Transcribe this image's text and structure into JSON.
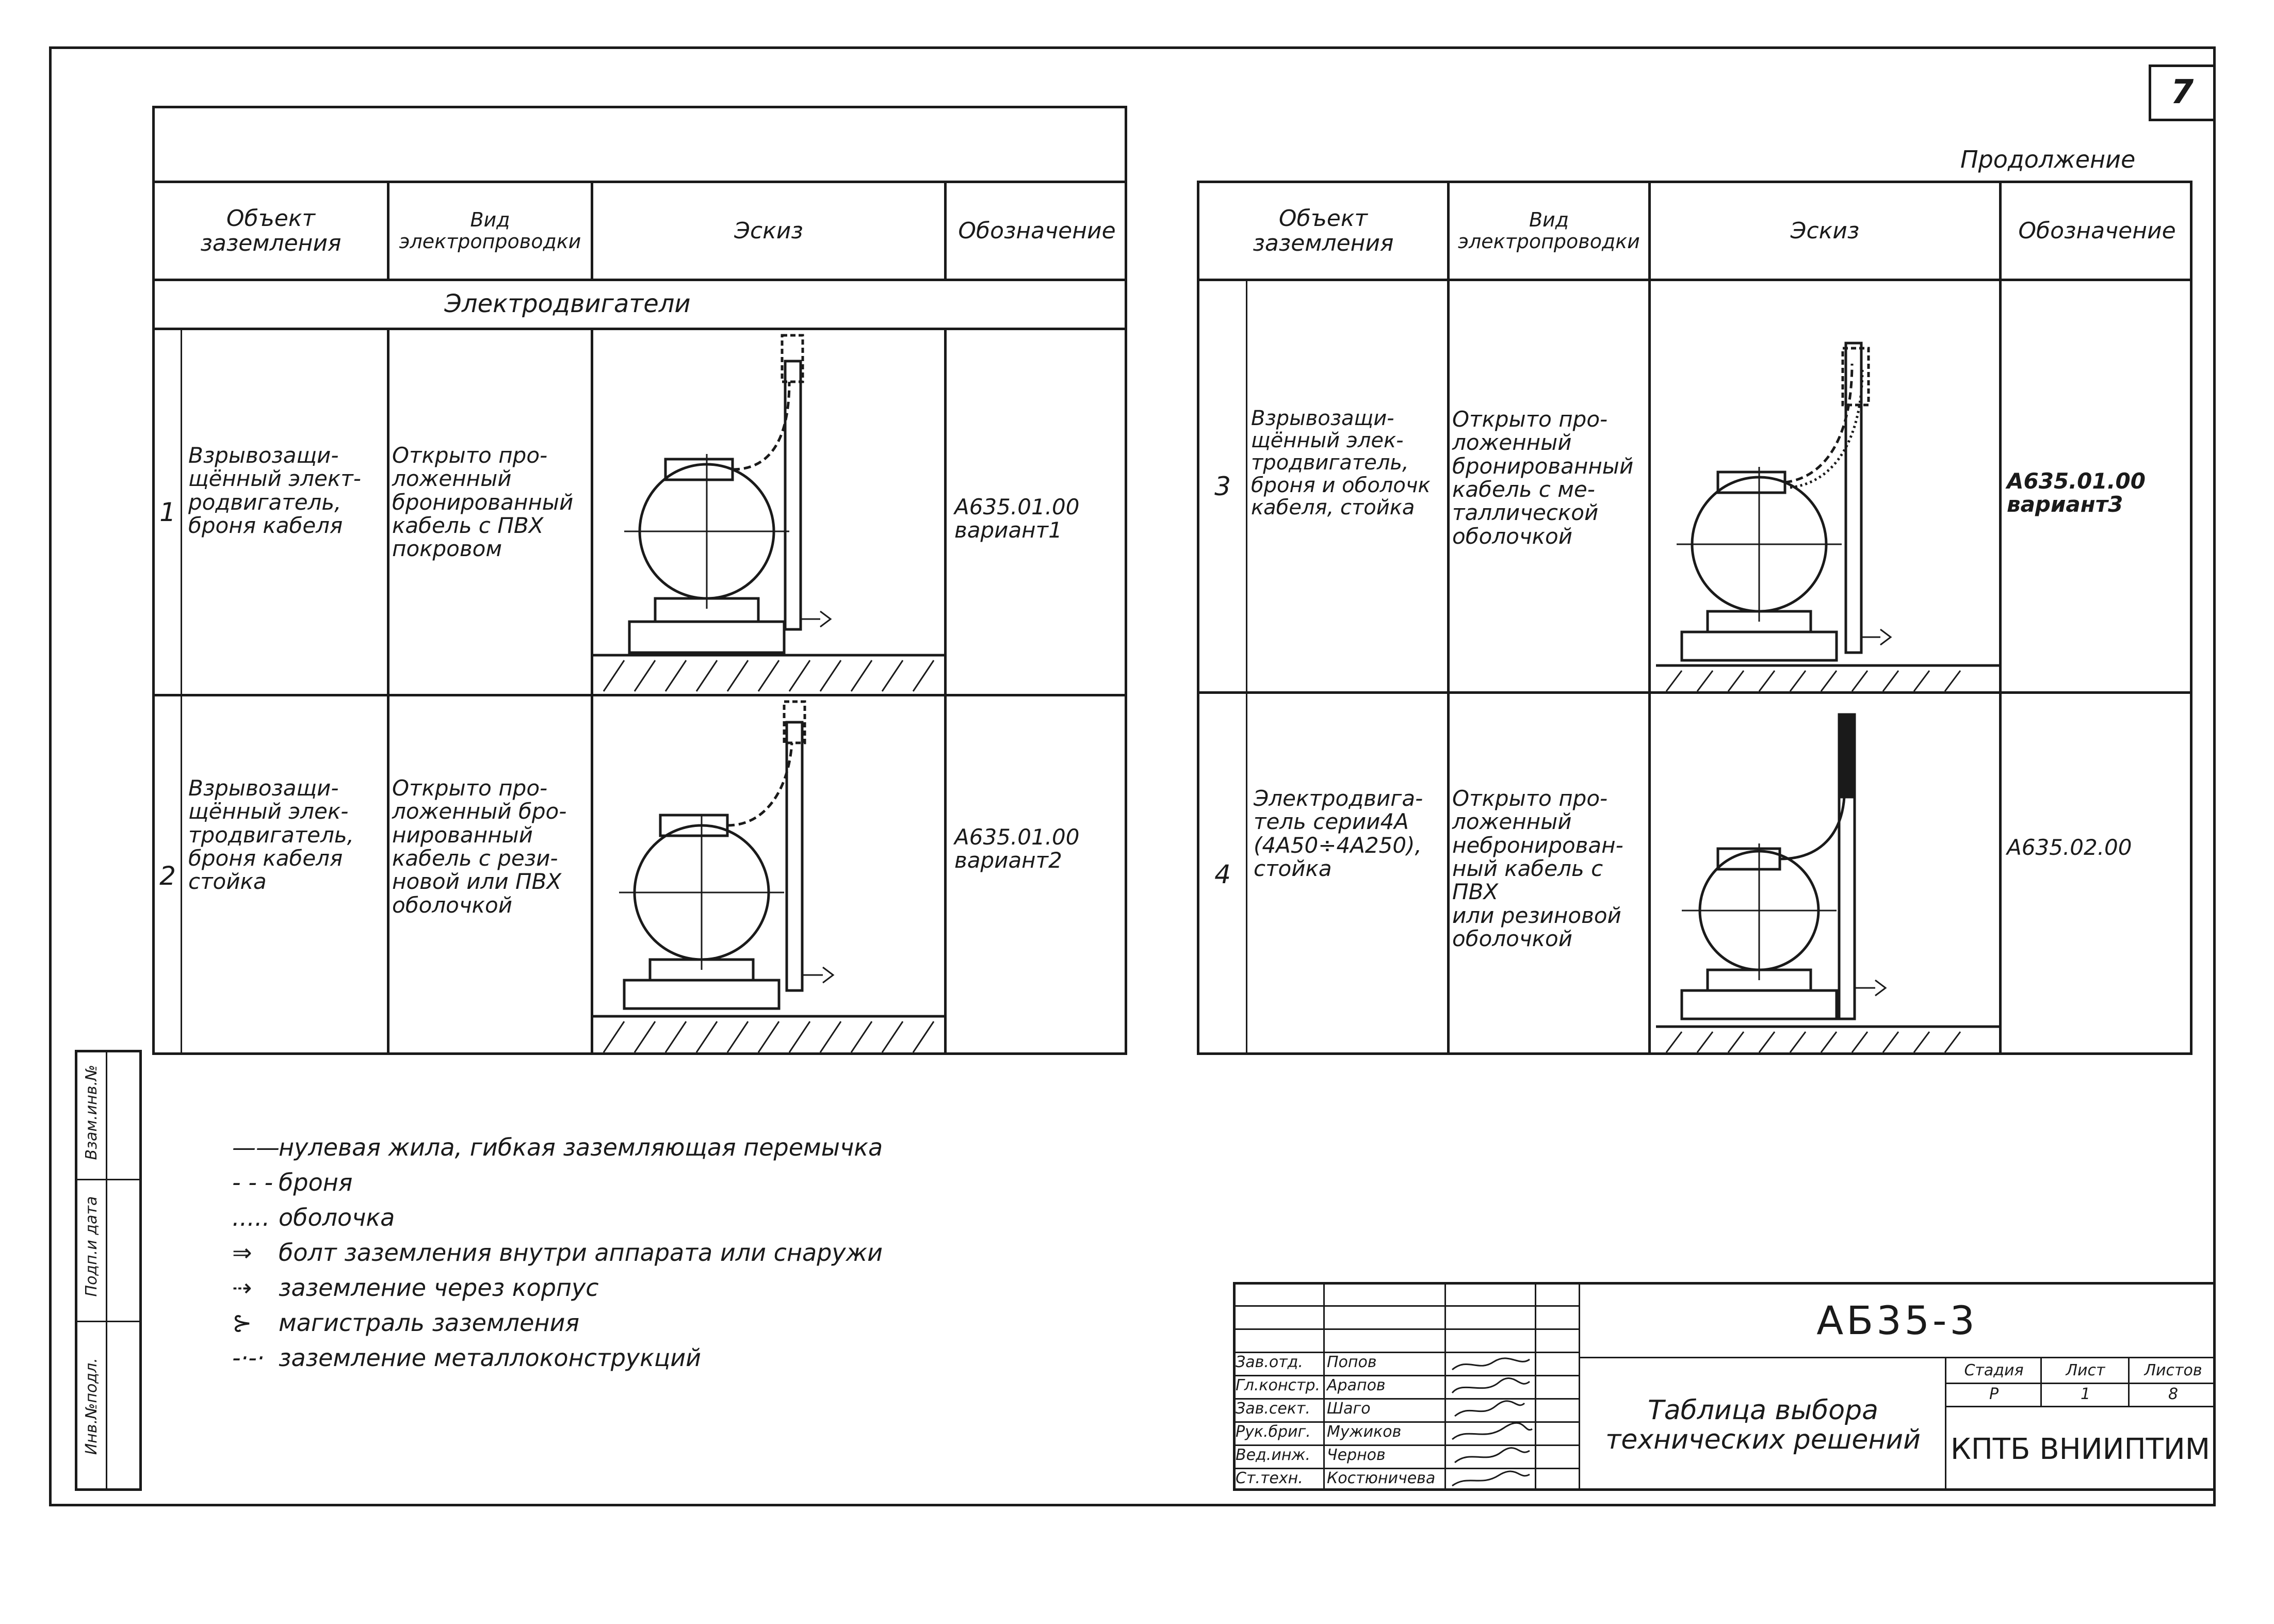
{
  "sheet_number": "7",
  "continuation": "Продолжение",
  "headers": {
    "object": "Объект\nзаземления",
    "wiring": "Вид\nэлектропроводки",
    "sketch": "Эскиз",
    "designation": "Обозначение"
  },
  "section_title": "Электродвигатели",
  "rows": [
    {
      "num": "1",
      "object": "Взрывозащи-\nщённый элект-\nродвигатель,\nброня кабеля",
      "wiring": "Открыто про-\nложенный\nбронированный\nкабель с ПВХ\nпокровом",
      "designation": "А635.01.00\nвариант1"
    },
    {
      "num": "2",
      "object": "Взрывозащи-\nщённый элек-\nтродвигатель,\nброня кабеля\nстойка",
      "wiring": "Открыто про-\nложенный бро-\nнированный\nкабель с рези-\nновой или ПВХ\nоболочкой",
      "designation": "А635.01.00\nвариант2"
    },
    {
      "num": "3",
      "object": "Взрывозащи-\nщённый элек-\nтродвигатель,\nброня и оболочк\nкабеля, стойка",
      "wiring": "Открыто про-\nложенный\nбронированный\nкабель с ме-\nталлической\nоболочкой",
      "designation": "А635.01.00\nвариант3"
    },
    {
      "num": "4",
      "object": "Электродвига-\nтель серии4А\n(4А50÷4А250),\nстойка",
      "wiring": "Открыто про-\nложенный\nнебронирован-\nный кабель с ПВХ\nили резиновой\nоболочкой",
      "designation": "А635.02.00"
    }
  ],
  "legend": [
    {
      "symbol": "——",
      "text": "нулевая жила, гибкая заземляющая перемычка"
    },
    {
      "symbol": "- - -",
      "text": "броня"
    },
    {
      "symbol": ".....",
      "text": "оболочка"
    },
    {
      "symbol": "⇒",
      "text": "болт заземления внутри аппарата или снаружи"
    },
    {
      "symbol": "⇢",
      "text": "заземление через корпус"
    },
    {
      "symbol": "⊱",
      "text": "магистраль заземления"
    },
    {
      "symbol": "-·-·",
      "text": "заземление металлоконструкций"
    }
  ],
  "side_labels": [
    "Инв.№подл.",
    "Подп.и дата",
    "Взам.инв.№"
  ],
  "title_block": {
    "code": "АБ35-3",
    "title": "Таблица выбора\nтехнических решений",
    "org": "КПТБ ВНИИПТИМ",
    "stage_label": "Стадия",
    "sheet_label": "Лист",
    "sheets_label": "Листов",
    "stage": "Р",
    "sheet": "1",
    "sheets": "8",
    "people": [
      {
        "role": "Зав.отд.",
        "name": "Попов"
      },
      {
        "role": "Гл.констр.",
        "name": "Арапов"
      },
      {
        "role": "Зав.сект.",
        "name": "Шаго"
      },
      {
        "role": "Рук.бриг.",
        "name": "Мужиков"
      },
      {
        "role": "Вед.инж.",
        "name": "Чернов"
      },
      {
        "role": "Ст.техн.",
        "name": "Костюничева"
      }
    ]
  }
}
